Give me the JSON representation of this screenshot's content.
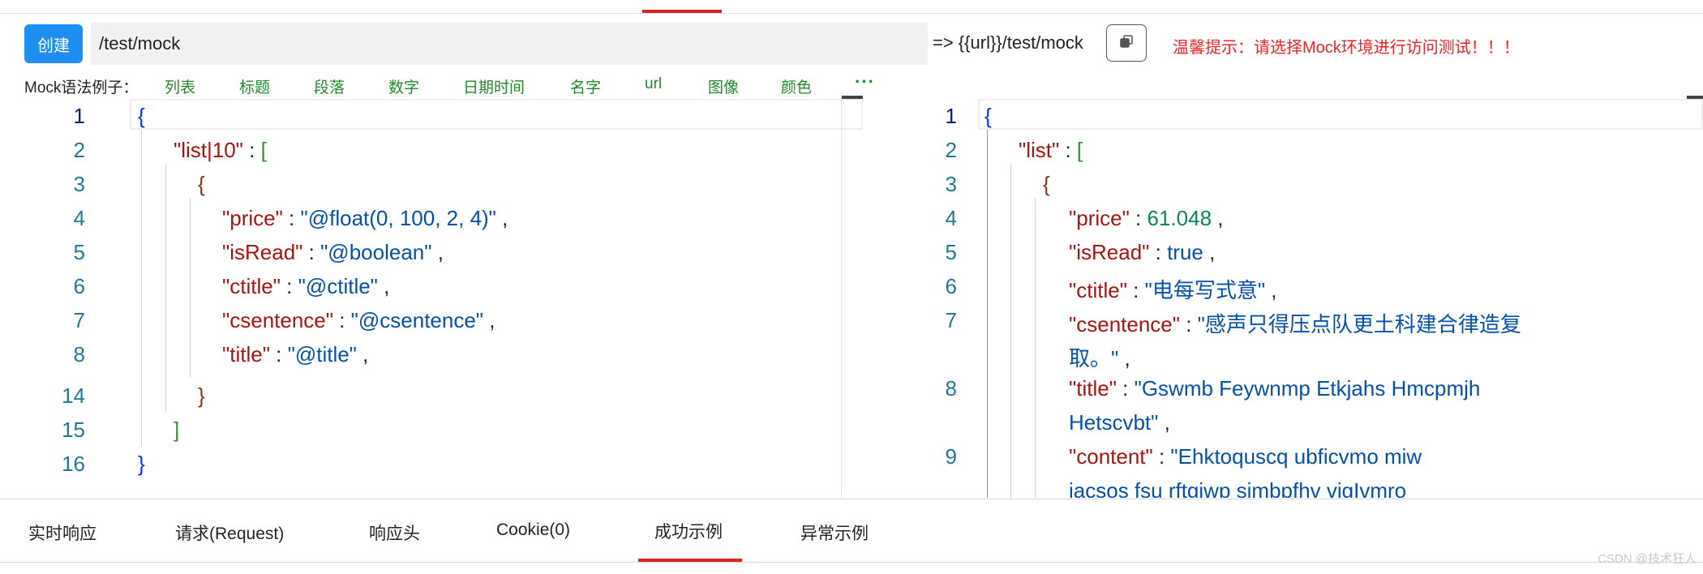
{
  "toolbar": {
    "create_label": "创建",
    "path_value": "/test/mock",
    "url_preview": "=> {{url}}/test/mock",
    "tip": "温馨提示：请选择Mock环境进行访问测试！！！"
  },
  "examples": {
    "label": "Mock语法例子：",
    "items": [
      "列表",
      "标题",
      "段落",
      "数字",
      "日期时间",
      "名字",
      "url",
      "图像",
      "颜色"
    ],
    "more": "···"
  },
  "left_editor": {
    "line_numbers": [
      "1",
      "2",
      "3",
      "4",
      "5",
      "6",
      "7",
      "8",
      "14",
      "15",
      "16"
    ],
    "lines": {
      "l1_open": "{",
      "l2_key": "\"list|10\"",
      "l2_colon": " : ",
      "l2_bracket": "[",
      "l3_open": "{",
      "l4_key": "\"price\"",
      "l4_value": "\"@float(0, 100, 2, 4)\"",
      "l5_key": "\"isRead\"",
      "l5_value": "\"@boolean\"",
      "l6_key": "\"ctitle\"",
      "l6_value": "\"@ctitle\"",
      "l7_key": "\"csentence\"",
      "l7_value": "\"@csentence\"",
      "l8_key": "\"title\"",
      "l8_value": "\"@title\"",
      "l14_close": "}",
      "l15_close": "]",
      "l16_close": "}",
      "colon": " : ",
      "comma": " ,"
    }
  },
  "right_editor": {
    "line_numbers": [
      "1",
      "2",
      "3",
      "4",
      "5",
      "6",
      "7",
      "8",
      "9"
    ],
    "lines": {
      "l1_open": "{",
      "l2_key": "\"list\"",
      "l2_bracket": "[",
      "l3_open": "{",
      "l4_key": "\"price\"",
      "l4_value": "61.048",
      "l5_key": "\"isRead\"",
      "l5_value": "true",
      "l6_key": "\"ctitle\"",
      "l6_value": "\"电每写式意\"",
      "l7_key": "\"csentence\"",
      "l7_value_a": "\"感声只得压点队更土科建合律造复",
      "l7_value_b": "取。\"",
      "l8_key": "\"title\"",
      "l8_value_a": "\"Gswmb Feywnmp Etkjahs Hmcpmjh",
      "l8_value_b": "Hetscvbt\"",
      "l9_key": "\"content\"",
      "l9_value_a": "\"Ehktoquscq ubficvmo miw",
      "l9_value_b": "iacsos fsu rftgiwp simbpfhv vigIvmro",
      "colon": " : ",
      "comma": " ,"
    }
  },
  "tabs": {
    "items": [
      "实时响应",
      "请求(Request)",
      "响应头",
      "Cookie(0)",
      "成功示例",
      "异常示例"
    ],
    "active": "成功示例"
  },
  "watermark": "CSDN @技术狂人"
}
